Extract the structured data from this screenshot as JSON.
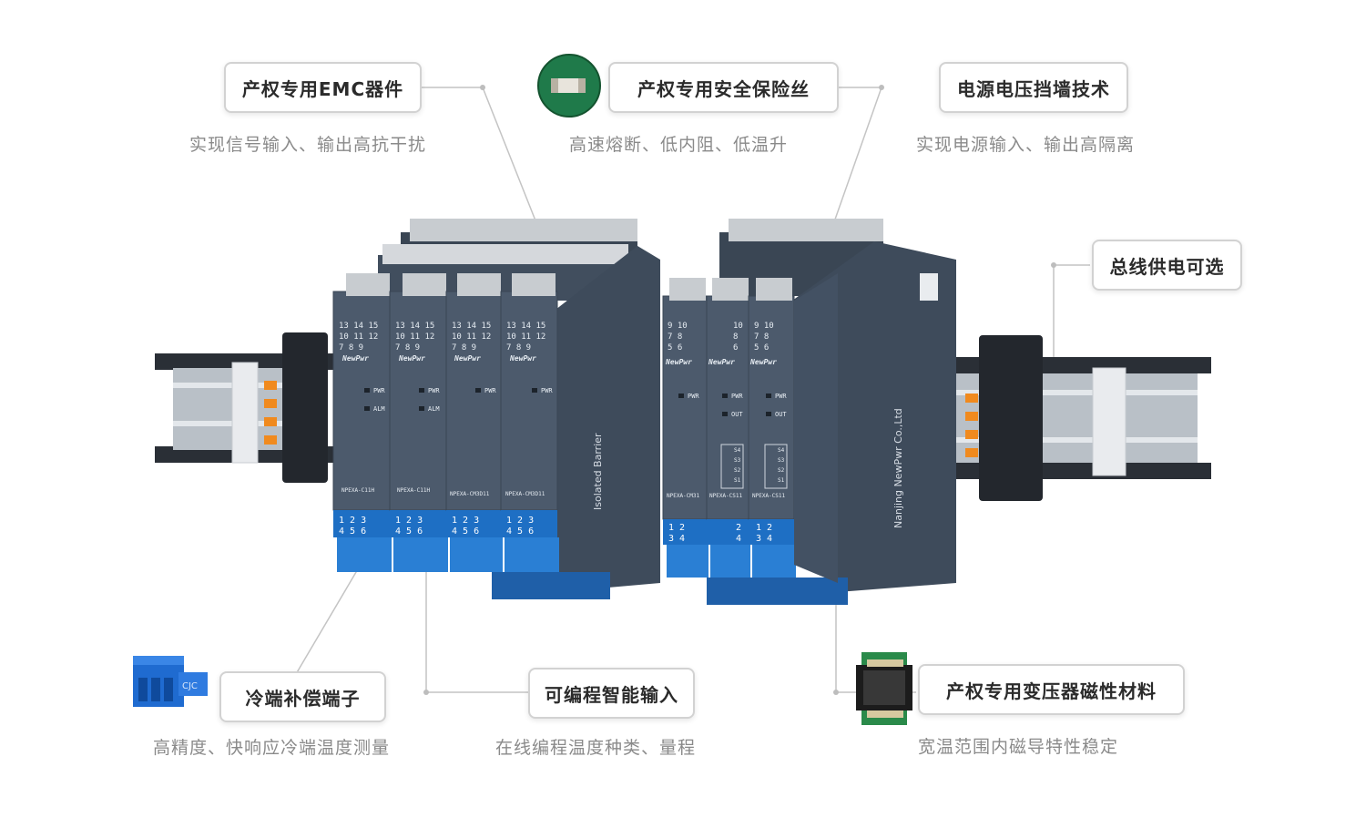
{
  "features": [
    {
      "id": "emc",
      "title": "产权专用EMC器件",
      "desc": "实现信号输入、输出高抗干扰"
    },
    {
      "id": "fuse",
      "title": "产权专用安全保险丝",
      "desc": "高速熔断、低内阻、低温升"
    },
    {
      "id": "surge",
      "title": "电源电压挡墙技术",
      "desc": "实现电源输入、输出高隔离"
    },
    {
      "id": "bus",
      "title": "总线供电可选",
      "desc": ""
    },
    {
      "id": "cjc",
      "title": "冷端补偿端子",
      "desc": "高精度、快响应冷端温度测量"
    },
    {
      "id": "prog",
      "title": "可编程智能输入",
      "desc": "在线编程温度种类、量程"
    },
    {
      "id": "transformer",
      "title": "产权专用变压器磁性材料",
      "desc": "宽温范围内磁导特性稳定"
    }
  ],
  "product": {
    "brand": "NewPwr",
    "cjc_label": "CJC",
    "modules": [
      {
        "model": "NPEXA-C11H",
        "leds": [
          "PWR",
          "ALM"
        ],
        "top_terminals": [
          "13 14 15",
          "10 11 12",
          "7 8 9"
        ],
        "bottom_terminals": [
          "1 2 3",
          "4 5 6"
        ]
      },
      {
        "model": "NPEXA-C11H",
        "leds": [
          "PWR",
          "ALM"
        ],
        "top_terminals": [
          "13 14 15",
          "10 11 12",
          "7 8 9"
        ],
        "bottom_terminals": [
          "1 2 3",
          "4 5 6"
        ]
      },
      {
        "model": "NPEXA-CM3D11",
        "leds": [
          "PWR"
        ],
        "top_terminals": [
          "13 14 15",
          "10 11 12",
          "7 8 9"
        ],
        "bottom_terminals": [
          "1 2 3",
          "4 5 6"
        ]
      },
      {
        "model": "NPEXA-CM3D11",
        "leds": [
          "PWR"
        ],
        "top_terminals": [
          "13 14 15",
          "10 11 12",
          "7 8 9"
        ],
        "bottom_terminals": [
          "1 2 3",
          "4 5 6"
        ]
      },
      {
        "model": "NPEXA-CM31",
        "leds": [
          "PWR"
        ],
        "top_terminals": [
          "9 10",
          "7 8",
          "5 6"
        ],
        "bottom_terminals": [
          "1 2",
          "3 4"
        ]
      },
      {
        "model": "NPEXA-CS11",
        "leds": [
          "PWR",
          "OUT"
        ],
        "top_terminals": [
          "10",
          "8",
          "6"
        ],
        "bottom_terminals": [
          "2",
          "4"
        ]
      },
      {
        "model": "NPEXA-CS11",
        "leds": [
          "PWR",
          "OUT"
        ],
        "top_terminals": [
          "9 10",
          "7 8",
          "5 6"
        ],
        "bottom_terminals": [
          "1 2",
          "3 4"
        ]
      }
    ],
    "side_label": "Isolated Barrier",
    "dip_labels": [
      "S4",
      "S3",
      "S2",
      "S1"
    ]
  },
  "colors": {
    "module_body": "#4c5a6c",
    "module_side": "#3e4b5b",
    "terminal_gray": "#c8ccd0",
    "terminal_blue": "#1e6fc4",
    "rail": "#b9c0c7",
    "leader": "#c4c4c4"
  }
}
